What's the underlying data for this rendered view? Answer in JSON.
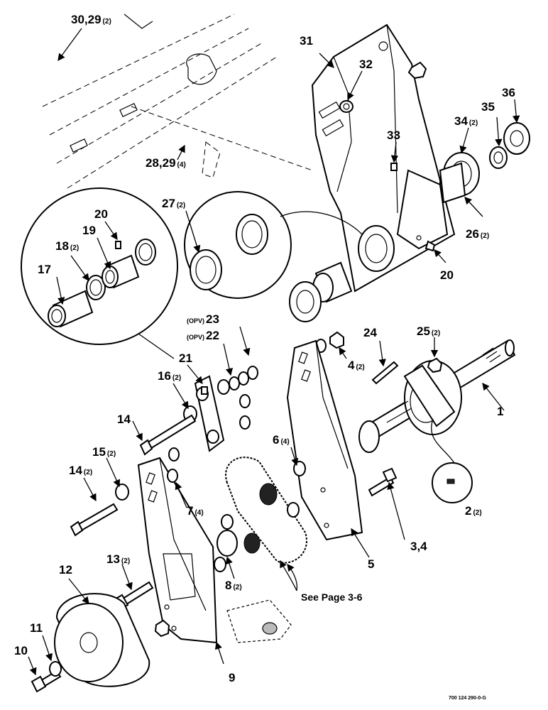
{
  "callouts": [
    {
      "num": "30,29",
      "qty": "(2)"
    },
    {
      "num": "31",
      "qty": ""
    },
    {
      "num": "32",
      "qty": ""
    },
    {
      "num": "36",
      "qty": ""
    },
    {
      "num": "35",
      "qty": ""
    },
    {
      "num": "34",
      "qty": "(2)"
    },
    {
      "num": "33",
      "qty": ""
    },
    {
      "num": "28,29",
      "qty": "(4)"
    },
    {
      "num": "27",
      "qty": "(2)"
    },
    {
      "num": "20",
      "qty": ""
    },
    {
      "num": "19",
      "qty": ""
    },
    {
      "num": "18",
      "qty": "(2)"
    },
    {
      "num": "17",
      "qty": ""
    },
    {
      "num": "26",
      "qty": "(2)"
    },
    {
      "num": "20",
      "qty": ""
    },
    {
      "num": "23",
      "qty": "",
      "prefix": "(OPV)"
    },
    {
      "num": "22",
      "qty": "",
      "prefix": "(OPV)"
    },
    {
      "num": "24",
      "qty": ""
    },
    {
      "num": "25",
      "qty": "(2)"
    },
    {
      "num": "4",
      "qty": "(2)"
    },
    {
      "num": "21",
      "qty": ""
    },
    {
      "num": "16",
      "qty": "(2)"
    },
    {
      "num": "1",
      "qty": ""
    },
    {
      "num": "14",
      "qty": ""
    },
    {
      "num": "6",
      "qty": "(4)"
    },
    {
      "num": "15",
      "qty": "(2)"
    },
    {
      "num": "14",
      "qty": "(2)"
    },
    {
      "num": "7",
      "qty": "(4)"
    },
    {
      "num": "2",
      "qty": "(2)"
    },
    {
      "num": "3,4",
      "qty": ""
    },
    {
      "num": "5",
      "qty": ""
    },
    {
      "num": "13",
      "qty": "(2)"
    },
    {
      "num": "12",
      "qty": ""
    },
    {
      "num": "8",
      "qty": "(2)"
    },
    {
      "num": "11",
      "qty": ""
    },
    {
      "num": "10",
      "qty": ""
    },
    {
      "num": "9",
      "qty": ""
    }
  ],
  "reference_note": "See Page 3-6",
  "drawing_code": "700 124 290-0-G"
}
